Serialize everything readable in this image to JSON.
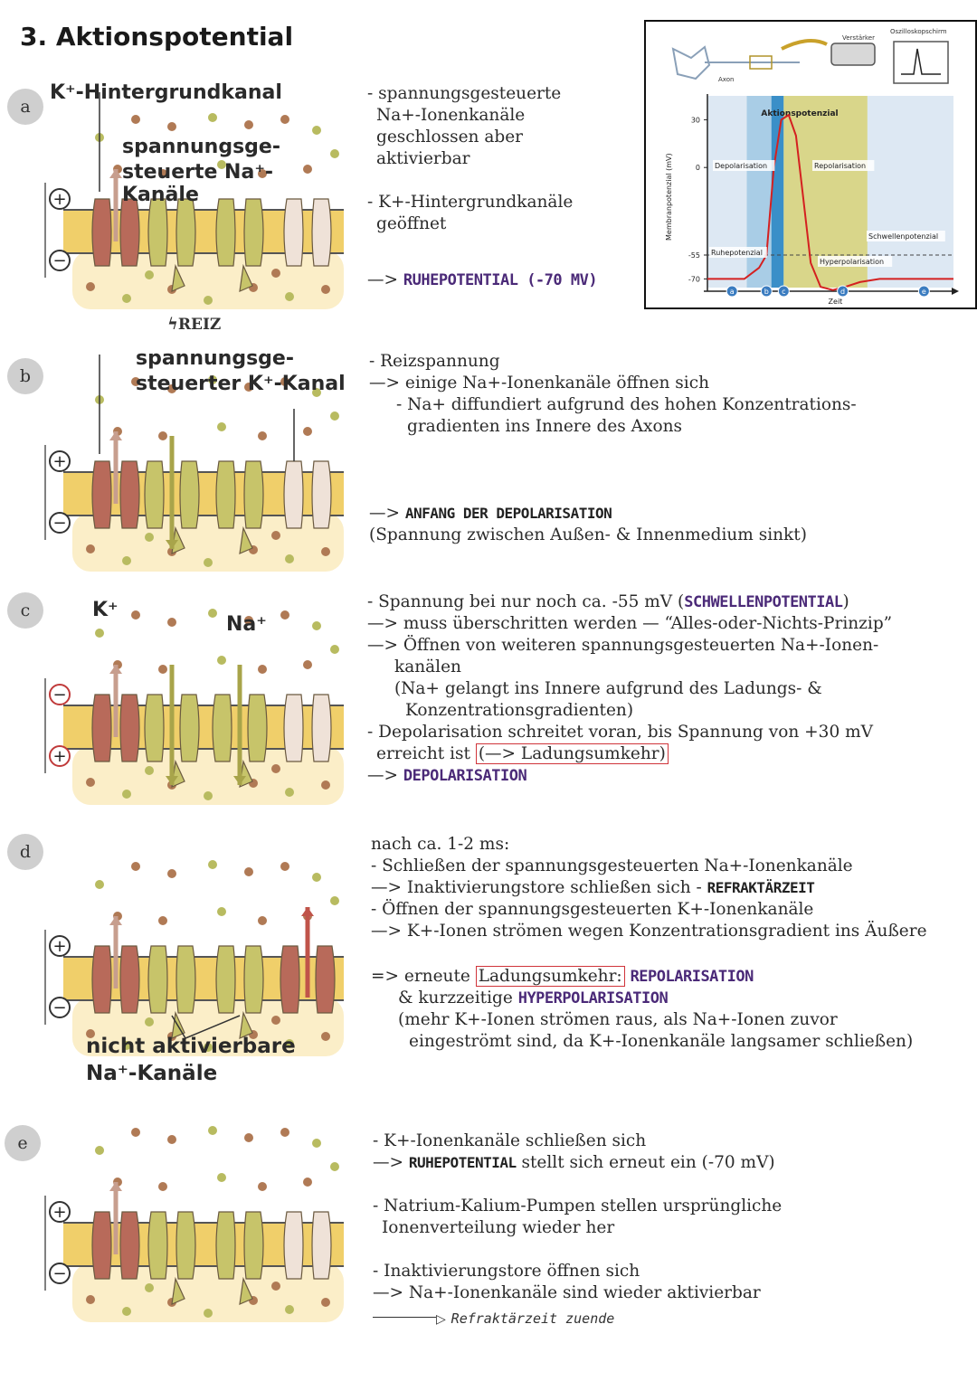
{
  "page": {
    "title": "3. Aktionspotential"
  },
  "steps": {
    "a": {
      "letter": "a",
      "label1": "K⁺-Hintergrundkanal",
      "label2a": "spannungsge-",
      "label2b": "steuerte Na⁺-Kanäle",
      "lines": [
        "- spannungsgesteuerte",
        "Na+-Ionenkanäle",
        "geschlossen aber",
        "aktivierbar",
        "- K+-Hintergrundkanäle",
        "geöffnet"
      ],
      "result_arrow": "—>",
      "result": "RUHEPOTENTIAL (-70 MV)"
    },
    "reiz": "REIZ",
    "b": {
      "letter": "b",
      "label1": "spannungsge-",
      "label2": "steuerter K⁺-Kanal",
      "lines": [
        "- Reizspannung",
        "—> einige Na+-Ionenkanäle öffnen sich",
        "- Na+ diffundiert aufgrund des hohen Konzentrations-",
        "gradienten ins Innere des Axons"
      ],
      "result_arrow": "—>",
      "result": "ANFANG DER DEPOLARISATION",
      "result_note": "(Spannung zwischen Außen- & Innenmedium sinkt)"
    },
    "c": {
      "letter": "c",
      "label_k": "K⁺",
      "label_na": "Na⁺",
      "line1_pre": "- Spannung bei nur noch ca. -55 mV (",
      "line1_kw": "SCHWELLENPOTENTIAL",
      "line1_post": ")",
      "line2": "—> muss überschritten werden — “Alles-oder-Nichts-Prinzip”",
      "line3": "—> Öffnen von weiteren spannungsgesteuerten Na+-Ionen-",
      "line4": "kanälen",
      "line5": "(Na+ gelangt ins Innere aufgrund des Ladungs- &",
      "line6": "Konzentrationsgradienten)",
      "line7": "- Depolarisation schreitet voran, bis Spannung von +30 mV",
      "line8_pre": "erreicht ist",
      "line8_box": "(—> Ladungsumkehr)",
      "result_arrow": "—>",
      "result": "DEPOLARISATION"
    },
    "d": {
      "letter": "d",
      "label1": "nicht aktivierbare",
      "label2": "Na⁺-Kanäle",
      "line1": "nach ca. 1-2 ms:",
      "line2": "- Schließen der spannungsgesteuerten Na+-Ionenkanäle",
      "line3_pre": "—> Inaktivierungstore schließen sich - ",
      "line3_kw": "REFRAKTÄRZEIT",
      "line4": "- Öffnen der spannungsgesteuerten K+-Ionenkanäle",
      "line5": "—> K+-Ionen strömen wegen Konzentrationsgradient ins Äußere",
      "line6_pre": "=> erneute",
      "line6_box": "Ladungsumkehr:",
      "line6_kw": "REPOLARISATION",
      "line7_pre": "& kurzzeitige ",
      "line7_kw": "HYPERPOLARISATION",
      "line8": "(mehr K+-Ionen strömen raus, als Na+-Ionen zuvor",
      "line9": "eingeströmt sind, da K+-Ionenkanäle langsamer schließen)"
    },
    "e": {
      "letter": "e",
      "line1": "- K+-Ionenkanäle schließen sich",
      "line2_pre": "—> ",
      "line2_kw": "RUHEPOTENTIAL",
      "line2_post": " stellt sich erneut ein (-70 mV)",
      "line3": "- Natrium-Kalium-Pumpen stellen ursprüngliche",
      "line4": "Ionenverteilung wieder her",
      "line5": "- Inaktivierungstore öffnen sich",
      "line6": "—> Na+-Ionenkanäle sind wieder aktivierbar",
      "handwritten": "Refraktärzeit zuende"
    }
  },
  "signs": {
    "plus": "+",
    "minus": "−"
  },
  "colors": {
    "keyword": "#4b2a78",
    "box": "#d0343a",
    "membrane_band": "#f0cf6a",
    "k_channel": "#b86a5a",
    "na_channel": "#c7c46a",
    "ion": "#b07a55",
    "ion_green": "#b8bb60",
    "extracellular": "#fbeec8"
  },
  "chart_data": {
    "type": "line",
    "title": "Aktionspotenzial",
    "ylabel": "Membranpotenzial (mV)",
    "xlabel": "Zeit",
    "y_ticks": [
      30,
      0,
      -55,
      -70
    ],
    "ylim": [
      -80,
      45
    ],
    "labels": {
      "amplifier": "Verstärker",
      "oscilloscope": "Oszilloskopschirm",
      "axon": "Axon",
      "depol": "Depolarisation",
      "repol": "Repolarisation",
      "threshold": "Schwellenpotenzial",
      "rest": "Ruhepotenzial",
      "hyper": "Hyperpolarisation"
    },
    "phase_markers": [
      "a",
      "b",
      "c",
      "d",
      "e"
    ],
    "threshold": -55,
    "series": [
      {
        "t": [
          0,
          1.5,
          2.1,
          2.4,
          2.7,
          3.0,
          3.3,
          3.6,
          3.9,
          4.2,
          4.6,
          5.1,
          5.6,
          6.2,
          7.0,
          10
        ],
        "v": [
          -70,
          -70,
          -63,
          -55,
          0,
          30,
          33,
          20,
          -20,
          -60,
          -75,
          -77,
          -75,
          -72,
          -70,
          -70
        ]
      }
    ],
    "xlim": [
      0,
      10
    ]
  }
}
